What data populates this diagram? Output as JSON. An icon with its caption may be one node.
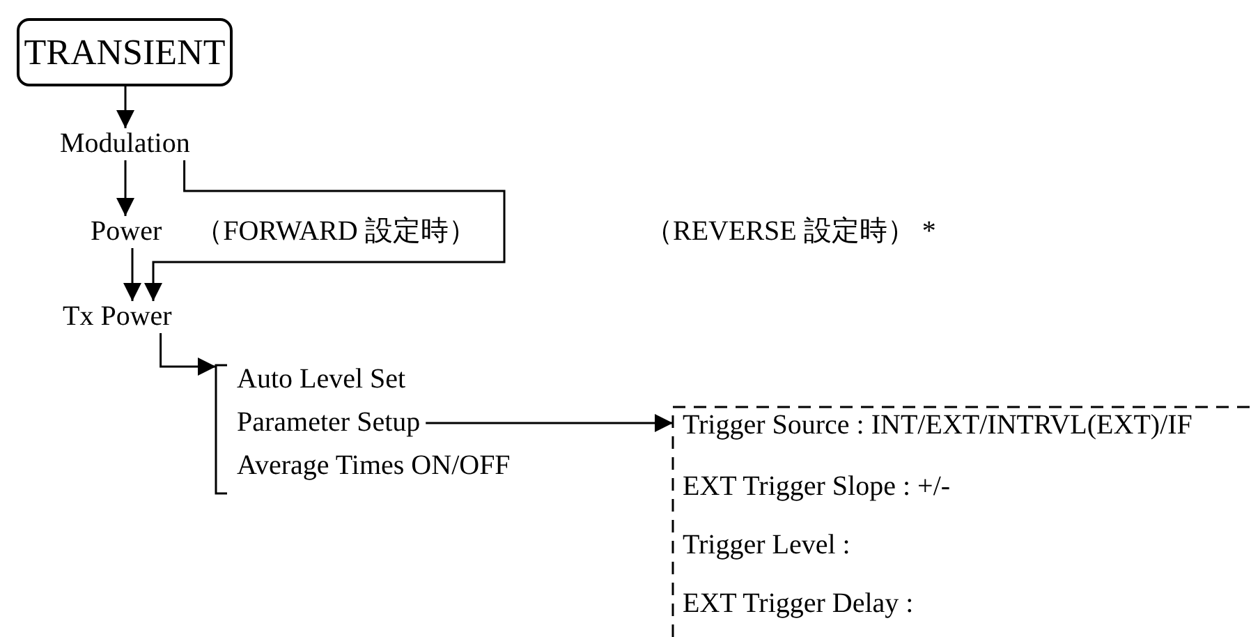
{
  "diagram": {
    "nodes": [
      {
        "text": [
          "TRANSIENT"
        ]
      },
      {
        "text": [
          "Modulation"
        ]
      },
      {
        "text": [
          "Power"
        ],
        "beside": [
          "（FORWARD 設定時）"
        ]
      },
      {
        "text": [
          "Tx Power"
        ]
      },
      {
        "text": [],
        "shape": "bracket"
      },
      {
        "text": [
          "Auto Level Set"
        ],
        "in": 4
      },
      {
        "text": [
          "Parameter Setup"
        ],
        "in": 4
      },
      {
        "text": [
          "Average Times ON/OFF"
        ],
        "in": 4
      },
      {
        "text": [],
        "shape": "box"
      },
      {
        "text": [
          "Trigger Source : INT/EXT/INTRVL(EXT)/IF"
        ],
        "in": 8
      },
      {
        "text": [
          "EXT Trigger Slope : +/-"
        ],
        "in": 8
      },
      {
        "text": [
          "Trigger Level :"
        ],
        "in": 8
      },
      {
        "text": [
          "EXT Trigger Delay :"
        ],
        "in": 8
      }
    ],
    "edges": [
      {
        "from": 0,
        "to": 1,
        "arrow": "to"
      },
      {
        "from": 1,
        "to": 2,
        "arrow": "to"
      },
      {
        "from": 2,
        "to": 3,
        "arrow": "to"
      },
      {
        "from": 1,
        "to": 3,
        "arrow": "to"
      },
      {
        "from": 3,
        "to": 4,
        "arrow": "to"
      },
      {
        "from": 6,
        "to": 8,
        "arrow": "to"
      }
    ],
    "labels": [
      "（REVERSE 設定時） *"
    ]
  }
}
